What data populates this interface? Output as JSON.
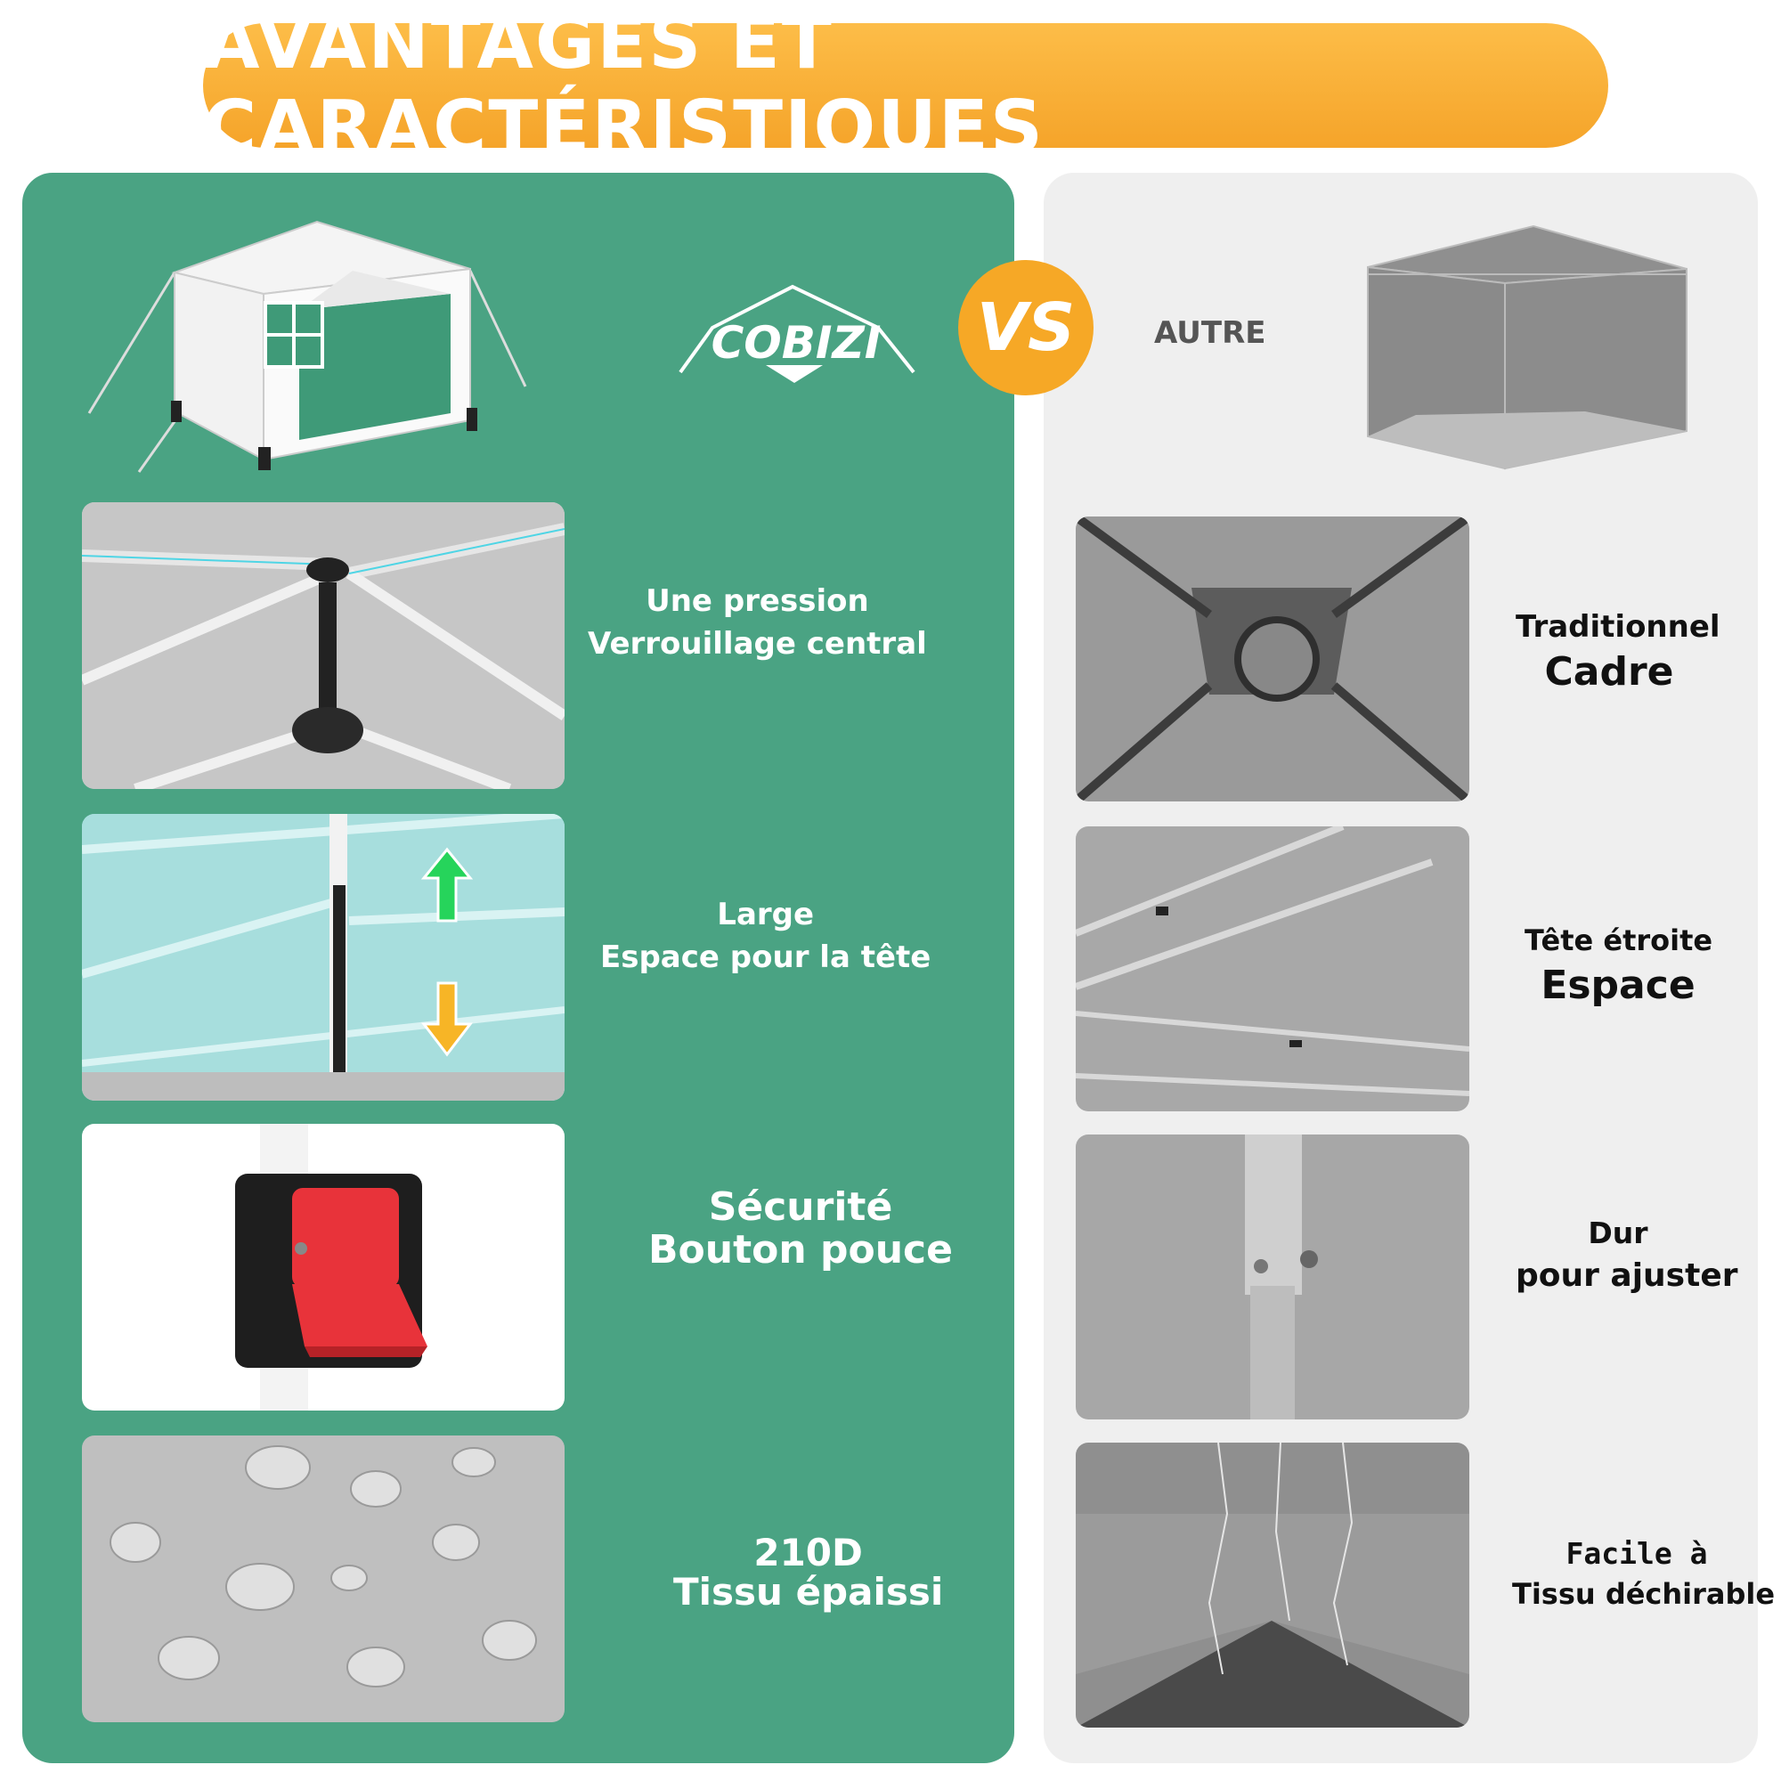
{
  "header": {
    "title": "AVANTAGES ET CARACTÉRISTIQUES"
  },
  "brand": {
    "logo_text": "COBIZI"
  },
  "vs_badge": "VS",
  "other_label": "AUTRE",
  "colors": {
    "green": "#4aa383",
    "orange": "#f6a826",
    "gray_panel": "#efefef",
    "red_button": "#e8333a"
  },
  "features": [
    {
      "line1": "Une pression",
      "line2": "Verrouillage central"
    },
    {
      "line1": "Large",
      "line2": "Espace pour la tête"
    },
    {
      "line1": "Sécurité",
      "line2": "Bouton pouce"
    },
    {
      "line1": "210D",
      "line2": "Tissu épaissi"
    }
  ],
  "others": [
    {
      "line1": "Traditionnel",
      "line2": "Cadre"
    },
    {
      "line1": "Tête étroite",
      "line2": "Espace"
    },
    {
      "line1": "Dur",
      "line2": "pour ajuster"
    },
    {
      "line1": "Facile à",
      "line2": "Tissu déchirable"
    }
  ],
  "icons": [
    "up-arrow-icon",
    "down-arrow-icon",
    "thumb-button-icon"
  ]
}
